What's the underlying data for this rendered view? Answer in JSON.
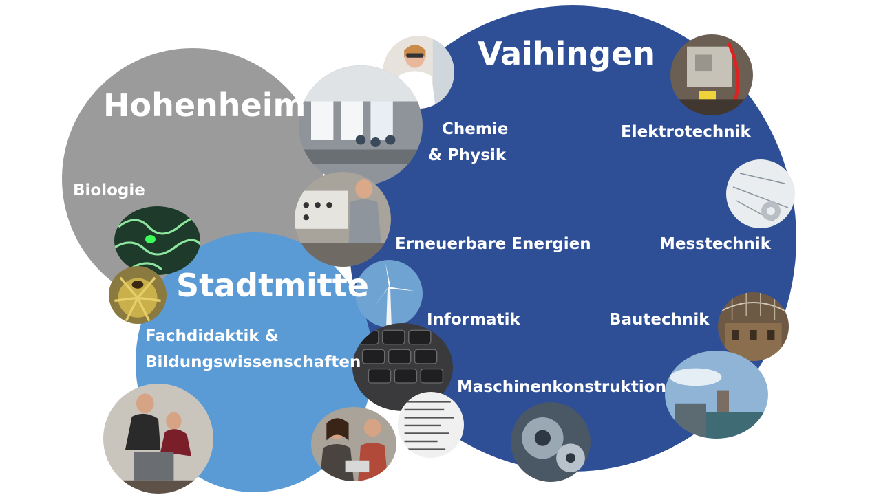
{
  "campuses": {
    "hohenheim": {
      "name": "Hohenheim",
      "color": "#9b9b9b",
      "subjects": [
        "Biologie"
      ]
    },
    "vaihingen": {
      "name": "Vaihingen",
      "color": "#2e4e96",
      "subjects": [
        "Chemie",
        "& Physik",
        "Elektrotechnik",
        "Erneuerbare Energien",
        "Messtechnik",
        "Informatik",
        "Bautechnik",
        "Maschinenkonstruktion"
      ]
    },
    "stadtmitte": {
      "name": "Stadtmitte",
      "color": "#5b9bd5",
      "subjects": [
        "Fachdidaktik &",
        "Bildungswissenschaften"
      ]
    }
  },
  "photos": [
    {
      "name": "lab-scientist-photo",
      "tone": "#e8e2dc"
    },
    {
      "name": "laboratory-room-photo",
      "tone": "#8e949a"
    },
    {
      "name": "circuit-board-photo",
      "tone": "#6b5e52"
    },
    {
      "name": "technical-drawing-photo",
      "tone": "#e9edef"
    },
    {
      "name": "electrical-workbench-photo",
      "tone": "#a8a39b"
    },
    {
      "name": "plant-cells-photo",
      "tone": "#1e3a2a"
    },
    {
      "name": "thistle-bee-photo",
      "tone": "#c9b04a"
    },
    {
      "name": "wind-turbine-photo",
      "tone": "#6fa3d2"
    },
    {
      "name": "keyboard-photo",
      "tone": "#3a3a3c"
    },
    {
      "name": "code-listing-photo",
      "tone": "#f0f0f0"
    },
    {
      "name": "building-interior-photo",
      "tone": "#6e5a44"
    },
    {
      "name": "city-skyline-photo",
      "tone": "#8fb4d6"
    },
    {
      "name": "gears-photo",
      "tone": "#4a5866"
    },
    {
      "name": "students-robotics-photo",
      "tone": "#5e5248"
    },
    {
      "name": "students-laptop-photo",
      "tone": "#7a6a5c"
    }
  ]
}
